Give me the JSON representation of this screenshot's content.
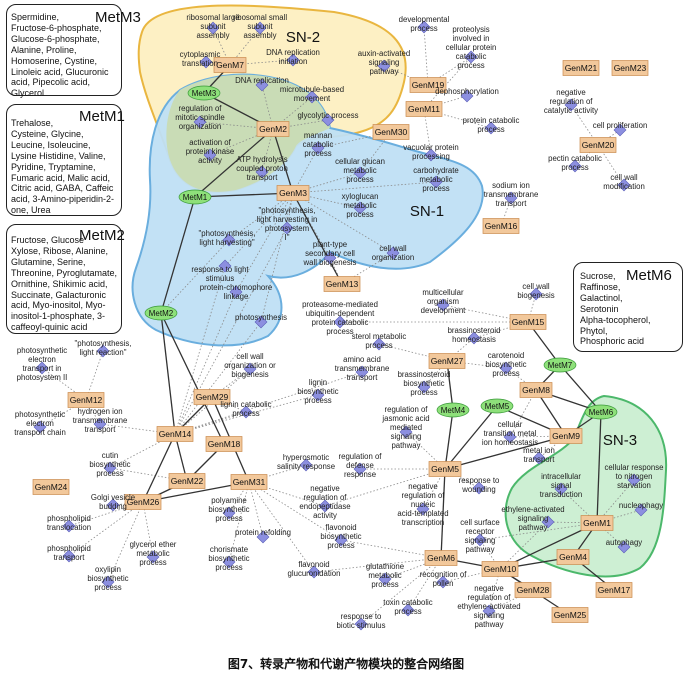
{
  "caption": "图7、转录产物和代谢产物模块的整合网络图",
  "colors": {
    "gene_fill": "#f2c89b",
    "gene_stroke": "#c98a4e",
    "metabolite_fill": "#8ee07a",
    "metabolite_stroke": "#3a9a3a",
    "go_fill": "#8c8fe0",
    "go_stroke": "#5b5fb8",
    "sn1_fill": "#bfdff4",
    "sn1_stroke": "#6aaede",
    "sn2_fill": "#fdf0c4",
    "sn2_stroke": "#e9b640",
    "sn3_fill": "#cdefd3",
    "sn3_stroke": "#4cb86b",
    "overlap_fill": "#c9dcb6"
  },
  "subnetworks": [
    {
      "id": "sn1",
      "label": "SN-1"
    },
    {
      "id": "sn2",
      "label": "SN-2"
    },
    {
      "id": "sn3",
      "label": "SN-3"
    }
  ],
  "metabolite_boxes": [
    {
      "id": "box-metm3",
      "title": "MetM3",
      "lines": [
        "Spermidine,",
        "Fructose-6-phosphate,",
        "Glucose-6-phosphate,",
        "Alanine, Proline,",
        "Homoserine, Cystine,",
        "Linoleic acid, Glucuronic",
        "acid, Pipecolic acid,",
        "Glycerol"
      ]
    },
    {
      "id": "box-metm1",
      "title": "MetM1",
      "lines": [
        "Trehalose,",
        "Cysteine, Glycine,",
        "Leucine, Isoleucine,",
        "Lysine Histidine, Valine,",
        "Pyridine, Tryptamine,",
        "Fumaric acid, Malic acid,",
        "Citric acid, GABA, Caffeic",
        "acid, 3-Amino-piperidin-2-",
        "one, Urea"
      ]
    },
    {
      "id": "box-metm2",
      "title": "MetM2",
      "lines": [
        "Fructose, Glucose",
        "Xylose, Ribose, Alanine,",
        "Glutamine, Serine,",
        "Threonine, Pyroglutamate,",
        "Ornithine, Shikimic acid,",
        "Succinate, Galacturonic",
        "acid, Myo-inositol, Myo-",
        "inositol-1-phosphate, 3-",
        "caffeoyl-quinic acid"
      ]
    },
    {
      "id": "box-metm6",
      "title": "MetM6",
      "lines": [
        "Sucrose,",
        "Raffinose,",
        "Galactinol,",
        "Serotonin",
        "Alpha-tocopherol,",
        "Phytol,",
        "Phosphoric acid"
      ]
    }
  ],
  "genes": [
    {
      "id": "GenM1",
      "label": "GenM1"
    },
    {
      "id": "GenM2",
      "label": "GenM2"
    },
    {
      "id": "GenM3",
      "label": "GenM3"
    },
    {
      "id": "GenM4",
      "label": "GenM4"
    },
    {
      "id": "GenM5",
      "label": "GenM5"
    },
    {
      "id": "GenM6",
      "label": "GenM6"
    },
    {
      "id": "GenM7",
      "label": "GenM7"
    },
    {
      "id": "GenM8",
      "label": "GenM8"
    },
    {
      "id": "GenM9",
      "label": "GenM9"
    },
    {
      "id": "GenM10",
      "label": "GenM10"
    },
    {
      "id": "GenM11",
      "label": "GenM11"
    },
    {
      "id": "GenM12",
      "label": "GenM12"
    },
    {
      "id": "GenM13",
      "label": "GenM13"
    },
    {
      "id": "GenM14",
      "label": "GenM14"
    },
    {
      "id": "GenM15",
      "label": "GenM15"
    },
    {
      "id": "GenM16",
      "label": "GenM16"
    },
    {
      "id": "GenM17",
      "label": "GenM17"
    },
    {
      "id": "GenM18",
      "label": "GenM18"
    },
    {
      "id": "GenM19",
      "label": "GenM19"
    },
    {
      "id": "GenM20",
      "label": "GenM20"
    },
    {
      "id": "GenM21",
      "label": "GenM21"
    },
    {
      "id": "GenM22",
      "label": "GenM22"
    },
    {
      "id": "GenM23",
      "label": "GenM23"
    },
    {
      "id": "GenM24",
      "label": "GenM24"
    },
    {
      "id": "GenM25",
      "label": "GenM25"
    },
    {
      "id": "GenM26",
      "label": "GenM26"
    },
    {
      "id": "GenM27",
      "label": "GenM27"
    },
    {
      "id": "GenM28",
      "label": "GenM28"
    },
    {
      "id": "GenM29",
      "label": "GenM29"
    },
    {
      "id": "GenM30",
      "label": "GenM30"
    },
    {
      "id": "GenM31",
      "label": "GenM31"
    }
  ],
  "metabolites": [
    {
      "id": "MetM1",
      "label": "MetM1"
    },
    {
      "id": "MetM2",
      "label": "MetM2"
    },
    {
      "id": "MetM3",
      "label": "MetM3"
    },
    {
      "id": "MetM4",
      "label": "MetM4"
    },
    {
      "id": "MetM5",
      "label": "MetM5"
    },
    {
      "id": "MetM6",
      "label": "MetM6"
    },
    {
      "id": "MetM7",
      "label": "MetM7"
    }
  ],
  "go_terms": [
    {
      "id": "g01",
      "label": "ribosomal large\nsubunit\nassembly"
    },
    {
      "id": "g02",
      "label": "ribosomal small\nsubunit\nassembly"
    },
    {
      "id": "g03",
      "label": "cytoplasmic\ntranslation"
    },
    {
      "id": "g04",
      "label": "DNA replication\ninitiation"
    },
    {
      "id": "g05",
      "label": "DNA replication"
    },
    {
      "id": "g06",
      "label": "microtubule-based\nmovement"
    },
    {
      "id": "g07",
      "label": "regulation of\nmitotic spindle\norganization"
    },
    {
      "id": "g08",
      "label": "glycolytic process"
    },
    {
      "id": "g09",
      "label": "activation of\nprotein kinase\nactivity"
    },
    {
      "id": "g10",
      "label": "ATP hydrolysis\ncoupled proton\ntransport"
    },
    {
      "id": "g11",
      "label": "mannan\ncatabolic\nprocess"
    },
    {
      "id": "g12",
      "label": "cellular glucan\nmetabolic\nprocess"
    },
    {
      "id": "g13",
      "label": "carbohydrate\nmetabolic\nprocess"
    },
    {
      "id": "g14",
      "label": "xyloglucan\nmetabolic\nprocess"
    },
    {
      "id": "g15",
      "label": "\"photosynthesis,\nlight harvesting in\nphotosystem\nI\""
    },
    {
      "id": "g16",
      "label": "\"photosynthesis,\nlight harvesting\""
    },
    {
      "id": "g17",
      "label": "plant-type\nsecondary cell\nwall biogenesis"
    },
    {
      "id": "g18",
      "label": "cell wall\norganization"
    },
    {
      "id": "g19",
      "label": "response to light\nstimulus"
    },
    {
      "id": "g20",
      "label": "protein-chromophore\nlinkage"
    },
    {
      "id": "g21",
      "label": "photosynthesis"
    },
    {
      "id": "g22",
      "label": "developmental\nprocess"
    },
    {
      "id": "g23",
      "label": "proteolysis\ninvolved in\ncellular protein\ncatabolic\nprocess"
    },
    {
      "id": "g24",
      "label": "auxin-activated\nsignaling\npathway"
    },
    {
      "id": "g25",
      "label": "dephosphorylation"
    },
    {
      "id": "g26",
      "label": "protein catabolic\nprocess"
    },
    {
      "id": "g27",
      "label": "vacuolar protein\nprocessing"
    },
    {
      "id": "g28",
      "label": "negative\nregulation of\ncatalytic activity"
    },
    {
      "id": "g29",
      "label": "cell proliferation"
    },
    {
      "id": "g30",
      "label": "pectin catabolic\nprocess"
    },
    {
      "id": "g31",
      "label": "cell wall\nmodification"
    },
    {
      "id": "g32",
      "label": "sodium ion\ntransmembrane\ntransport"
    },
    {
      "id": "g33",
      "label": "cell wall\nbiogenesis"
    },
    {
      "id": "g34",
      "label": "multicellular\norganism\ndevelopment"
    },
    {
      "id": "g35",
      "label": "proteasome-mediated\nubiquitin-dependent\nprotein catabolic\nprocess"
    },
    {
      "id": "g36",
      "label": "brassinosteroid\nhomeostasis"
    },
    {
      "id": "g37",
      "label": "sterol metabolic\nprocess"
    },
    {
      "id": "g38",
      "label": "carotenoid\nbiosynthetic\nprocess"
    },
    {
      "id": "g39",
      "label": "\"photosynthesis,\nlight reaction\""
    },
    {
      "id": "g40",
      "label": "photosynthetic\nelectron\ntransport in\nphotosystem II"
    },
    {
      "id": "g41",
      "label": "cell wall\norganization or\nbiogenesis"
    },
    {
      "id": "g42",
      "label": "amino acid\ntransmembrane\ntransport"
    },
    {
      "id": "g43",
      "label": "brassinosteroid\nbiosynthetic\nprocess"
    },
    {
      "id": "g44",
      "label": "lignin\nbiosynthetic\nprocess"
    },
    {
      "id": "g45",
      "label": "lignin catabolic\nprocess"
    },
    {
      "id": "g46",
      "label": "photosynthetic\nelectron\ntransport chain"
    },
    {
      "id": "g47",
      "label": "hydrogen ion\ntransmembrane\ntransport"
    },
    {
      "id": "g48",
      "label": "regulation of\njasmonic acid\nmediated\nsignaling\npathway"
    },
    {
      "id": "g49",
      "label": "cellular\ntransition metal\nion homeostasis"
    },
    {
      "id": "g50",
      "label": "cutin\nbiosynthetic\nprocess"
    },
    {
      "id": "g51",
      "label": "hyperosmotic\nsalinity response"
    },
    {
      "id": "g52",
      "label": "regulation of\ndefense\nresponse"
    },
    {
      "id": "g53",
      "label": "metal ion\ntransport"
    },
    {
      "id": "g54",
      "label": "intracellular\nsignal\ntransduction"
    },
    {
      "id": "g55",
      "label": "cellular response\nto nitrogen\nstarvation"
    },
    {
      "id": "g56",
      "label": "Golgi vesicle\nbudding"
    },
    {
      "id": "g57",
      "label": "polyamine\nbiosynthetic\nprocess"
    },
    {
      "id": "g58",
      "label": "negative\nregulation of\nendopeptidase\nactivity"
    },
    {
      "id": "g59",
      "label": "negative\nregulation of\nnucleic\nacid-templated\ntranscription"
    },
    {
      "id": "g60",
      "label": "response to\nwounding"
    },
    {
      "id": "g61",
      "label": "ethylene-activated\nsignaling\npathway"
    },
    {
      "id": "g62",
      "label": "nucleophagy"
    },
    {
      "id": "g63",
      "label": "phospholipid\ntranslocation"
    },
    {
      "id": "g64",
      "label": "protein refolding"
    },
    {
      "id": "g65",
      "label": "phospholipid\ntransport"
    },
    {
      "id": "g66",
      "label": "glycerol ether\nmetabolic\nprocess"
    },
    {
      "id": "g67",
      "label": "chorismate\nbiosynthetic\nprocess"
    },
    {
      "id": "g68",
      "label": "flavonoid\nbiosynthetic\nprocess"
    },
    {
      "id": "g69",
      "label": "cell surface\nreceptor\nsignaling\npathway"
    },
    {
      "id": "g70",
      "label": "autophagy"
    },
    {
      "id": "g71",
      "label": "oxylipin\nbiosynthetic\nprocess"
    },
    {
      "id": "g72",
      "label": "flavonoid\nglucuronidation"
    },
    {
      "id": "g73",
      "label": "glutathione\nmetabolic\nprocess"
    },
    {
      "id": "g74",
      "label": "recognition of\npollen"
    },
    {
      "id": "g75",
      "label": "negative\nregulation of\nethylene-activated\nsignaling\npathway"
    },
    {
      "id": "g76",
      "label": "toxin catabolic\nprocess"
    },
    {
      "id": "g77",
      "label": "response to\nbiotic stimulus"
    }
  ],
  "solid_edges": [
    [
      "MetM3",
      "GenM2"
    ],
    [
      "MetM3",
      "GenM7"
    ],
    [
      "GenM2",
      "MetM1"
    ],
    [
      "GenM2",
      "GenM3"
    ],
    [
      "MetM1",
      "GenM3"
    ],
    [
      "MetM1",
      "MetM2"
    ],
    [
      "MetM2",
      "GenM14"
    ],
    [
      "MetM2",
      "GenM18"
    ],
    [
      "GenM14",
      "GenM22"
    ],
    [
      "GenM14",
      "GenM26"
    ],
    [
      "GenM14",
      "GenM29"
    ],
    [
      "GenM26",
      "GenM22"
    ],
    [
      "GenM26",
      "GenM31"
    ],
    [
      "GenM31",
      "GenM29"
    ],
    [
      "GenM18",
      "GenM22"
    ],
    [
      "GenM5",
      "MetM4"
    ],
    [
      "MetM4",
      "GenM27"
    ],
    [
      "GenM5",
      "MetM5"
    ],
    [
      "GenM5",
      "GenM9"
    ],
    [
      "MetM5",
      "GenM9"
    ],
    [
      "GenM9",
      "GenM8"
    ],
    [
      "GenM8",
      "MetM7"
    ],
    [
      "MetM7",
      "GenM15"
    ],
    [
      "MetM7",
      "MetM6"
    ],
    [
      "GenM9",
      "MetM6"
    ],
    [
      "GenM8",
      "MetM6"
    ],
    [
      "MetM6",
      "GenM1"
    ],
    [
      "GenM1",
      "GenM4"
    ],
    [
      "GenM10",
      "GenM1"
    ],
    [
      "GenM10",
      "GenM4"
    ],
    [
      "GenM10",
      "GenM28"
    ],
    [
      "GenM10",
      "GenM25"
    ],
    [
      "GenM6",
      "GenM10"
    ],
    [
      "GenM5",
      "GenM6"
    ],
    [
      "GenM3",
      "GenM13"
    ],
    [
      "GenM4",
      "GenM17"
    ]
  ],
  "dotted_edges": [
    [
      "GenM7",
      "g01"
    ],
    [
      "GenM7",
      "g02"
    ],
    [
      "GenM7",
      "g03"
    ],
    [
      "GenM7",
      "g04"
    ],
    [
      "GenM2",
      "g05"
    ],
    [
      "GenM2",
      "g06"
    ],
    [
      "GenM2",
      "g07"
    ],
    [
      "GenM2",
      "g08"
    ],
    [
      "GenM2",
      "g09"
    ],
    [
      "GenM2",
      "g10"
    ],
    [
      "GenM3",
      "g11"
    ],
    [
      "GenM3",
      "g12"
    ],
    [
      "GenM3",
      "g13"
    ],
    [
      "GenM3",
      "g14"
    ],
    [
      "GenM3",
      "g15"
    ],
    [
      "GenM3",
      "g16"
    ],
    [
      "GenM3",
      "g17"
    ],
    [
      "GenM3",
      "g18"
    ],
    [
      "GenM3",
      "g19"
    ],
    [
      "GenM3",
      "g20"
    ],
    [
      "GenM3",
      "g21"
    ],
    [
      "MetM2",
      "g16"
    ],
    [
      "GenM14",
      "g19"
    ],
    [
      "GenM14",
      "g15"
    ],
    [
      "GenM14",
      "g20"
    ],
    [
      "GenM14",
      "g21"
    ],
    [
      "GenM19",
      "g22"
    ],
    [
      "GenM19",
      "g23"
    ],
    [
      "GenM19",
      "g24"
    ],
    [
      "GenM11",
      "g25"
    ],
    [
      "GenM11",
      "g26"
    ],
    [
      "GenM11",
      "g27"
    ],
    [
      "GenM11",
      "g23"
    ],
    [
      "GenM20",
      "g28"
    ],
    [
      "GenM20",
      "g29"
    ],
    [
      "GenM20",
      "g30"
    ],
    [
      "GenM20",
      "g31"
    ],
    [
      "GenM16",
      "g32"
    ],
    [
      "GenM15",
      "g33"
    ],
    [
      "GenM15",
      "g34"
    ],
    [
      "GenM15",
      "g35"
    ],
    [
      "GenM15",
      "g36"
    ],
    [
      "GenM27",
      "g37"
    ],
    [
      "GenM27",
      "g38"
    ],
    [
      "GenM27",
      "g36"
    ],
    [
      "GenM12",
      "g39"
    ],
    [
      "GenM12",
      "g40"
    ],
    [
      "GenM12",
      "g46"
    ],
    [
      "GenM12",
      "g47"
    ],
    [
      "GenM14",
      "g41"
    ],
    [
      "GenM14",
      "g44"
    ],
    [
      "GenM14",
      "g45"
    ],
    [
      "GenM14",
      "g42"
    ],
    [
      "GenM14",
      "g47"
    ],
    [
      "GenM14",
      "g50"
    ],
    [
      "GenM22",
      "g50"
    ],
    [
      "GenM26",
      "g56"
    ],
    [
      "GenM26",
      "g63"
    ],
    [
      "GenM26",
      "g65"
    ],
    [
      "GenM26",
      "g66"
    ],
    [
      "GenM26",
      "g71"
    ],
    [
      "GenM31",
      "g57"
    ],
    [
      "GenM31",
      "g64"
    ],
    [
      "GenM31",
      "g67"
    ],
    [
      "GenM31",
      "g51"
    ],
    [
      "GenM31",
      "g58"
    ],
    [
      "GenM31",
      "g68"
    ],
    [
      "GenM31",
      "g72"
    ],
    [
      "GenM5",
      "g48"
    ],
    [
      "GenM5",
      "g52"
    ],
    [
      "GenM5",
      "g59"
    ],
    [
      "GenM5",
      "g60"
    ],
    [
      "GenM5",
      "g58"
    ],
    [
      "GenM9",
      "g49"
    ],
    [
      "GenM9",
      "g53"
    ],
    [
      "GenM1",
      "g54"
    ],
    [
      "GenM1",
      "g55"
    ],
    [
      "GenM1",
      "g61"
    ],
    [
      "GenM1",
      "g62"
    ],
    [
      "GenM1",
      "g69"
    ],
    [
      "GenM1",
      "g70"
    ],
    [
      "GenM6",
      "g68"
    ],
    [
      "GenM6",
      "g72"
    ],
    [
      "GenM6",
      "g73"
    ],
    [
      "GenM6",
      "g76"
    ],
    [
      "GenM6",
      "g77"
    ],
    [
      "GenM10",
      "g74"
    ],
    [
      "GenM10",
      "g75"
    ],
    [
      "GenM10",
      "g69"
    ],
    [
      "GenM10",
      "g61"
    ],
    [
      "GenM13",
      "g17"
    ],
    [
      "GenM13",
      "g18"
    ],
    [
      "GenM30",
      "g11"
    ],
    [
      "GenM30",
      "g12"
    ],
    [
      "GenM8",
      "g38"
    ],
    [
      "GenM8",
      "g49"
    ],
    [
      "GenM27",
      "g43"
    ],
    [
      "GenM29",
      "g45"
    ],
    [
      "GenM29",
      "g41"
    ],
    [
      "GenM28",
      "g75"
    ]
  ]
}
